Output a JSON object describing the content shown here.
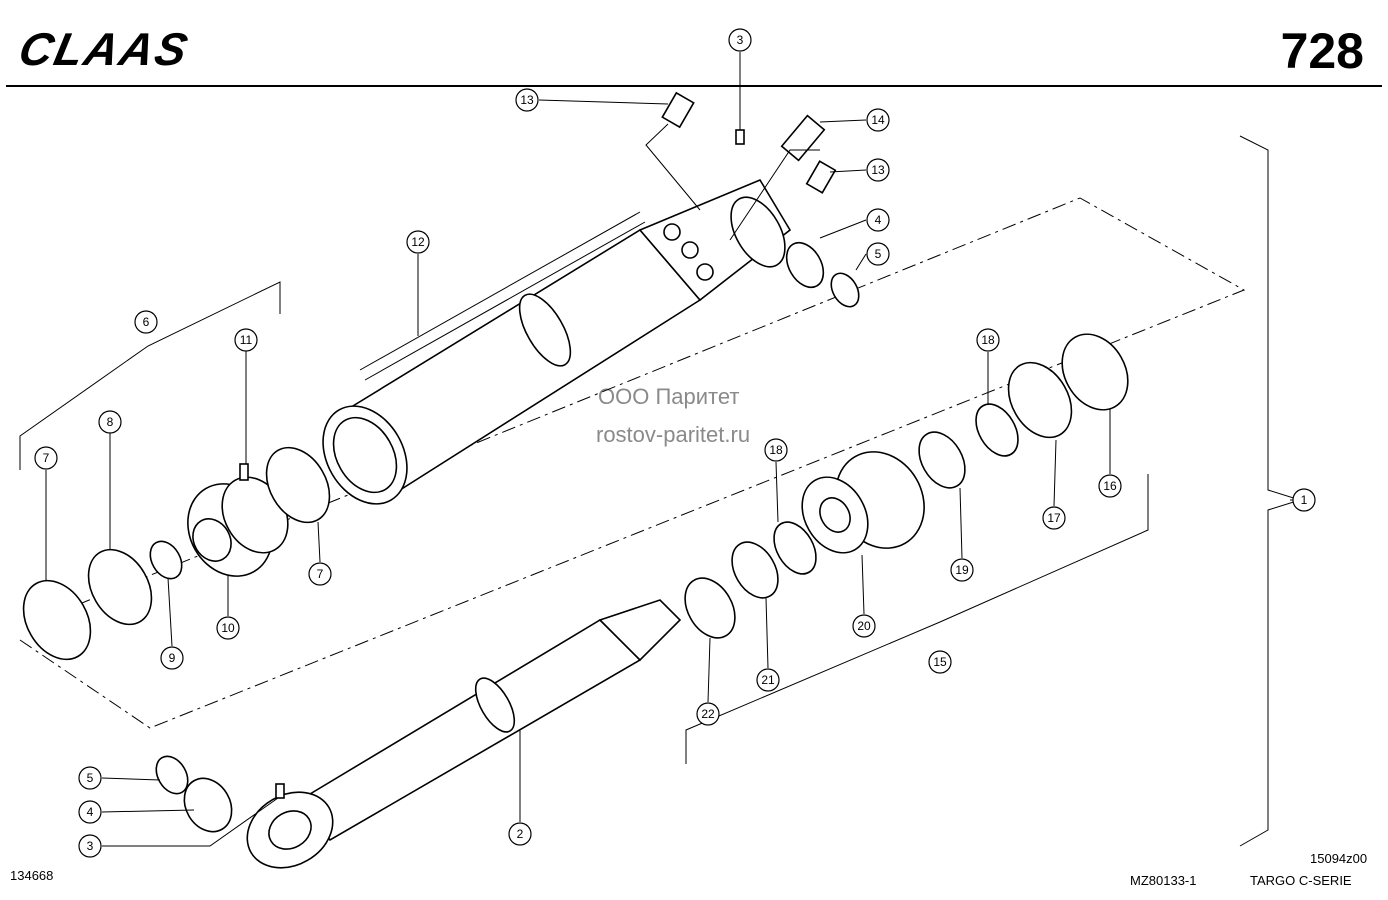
{
  "header": {
    "brand": "CLAAS",
    "page_number": "728"
  },
  "watermark": {
    "line1": "ООО Паритет",
    "line2": "rostov-paritet.ru"
  },
  "footer": {
    "left_code": "134668",
    "drawing_code": "MZ80133-1",
    "right_code": "15094z00",
    "series": "TARGO C-SERIE"
  },
  "callouts": [
    "1",
    "2",
    "3",
    "3",
    "4",
    "4",
    "5",
    "5",
    "6",
    "7",
    "7",
    "8",
    "9",
    "10",
    "11",
    "12",
    "13",
    "13",
    "14",
    "15",
    "16",
    "17",
    "18",
    "18",
    "19",
    "20",
    "21",
    "22"
  ]
}
